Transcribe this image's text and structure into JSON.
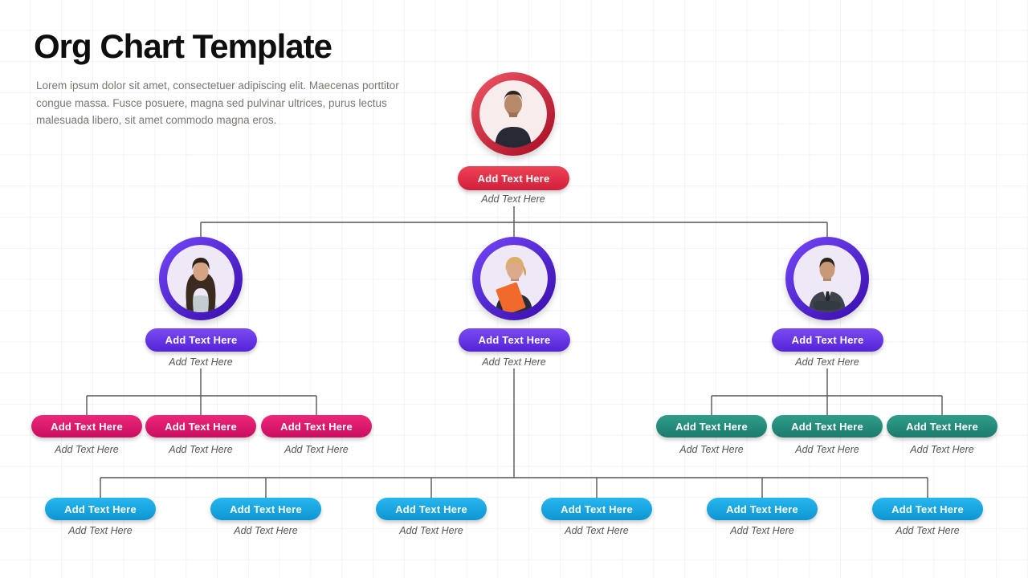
{
  "page": {
    "title": "Org Chart Template",
    "description": "Lorem ipsum dolor sit amet, consectetuer adipiscing elit. Maecenas porttitor congue massa. Fusce posuere, magna sed pulvinar ultrices, purus lectus malesuada libero, sit amet commodo magna eros."
  },
  "colors": {
    "root_accent": "#d01f3c",
    "manager_accent": "#5e2ee0",
    "team_left_accent": "#d8146a",
    "team_right_accent": "#26907d",
    "team_bottom_accent": "#18a8e4",
    "connector": "#555555",
    "caption_text": "#555555",
    "title_text": "#0e0e0e",
    "body_text": "#7b766f"
  },
  "org": {
    "root": {
      "avatar": "man-dark-shirt",
      "button": "Add Text Here",
      "label": "Add Text Here"
    },
    "managers": [
      {
        "avatar": "woman-long-hair",
        "button": "Add Text Here",
        "label": "Add Text Here"
      },
      {
        "avatar": "woman-blonde-folder",
        "button": "Add Text Here",
        "label": "Add Text Here"
      },
      {
        "avatar": "man-suit",
        "button": "Add Text Here",
        "label": "Add Text Here"
      }
    ],
    "team_left": [
      {
        "button": "Add Text Here",
        "label": "Add Text Here"
      },
      {
        "button": "Add Text Here",
        "label": "Add Text Here"
      },
      {
        "button": "Add Text Here",
        "label": "Add Text Here"
      }
    ],
    "team_right": [
      {
        "button": "Add Text Here",
        "label": "Add Text Here"
      },
      {
        "button": "Add Text Here",
        "label": "Add Text Here"
      },
      {
        "button": "Add Text Here",
        "label": "Add Text Here"
      }
    ],
    "team_bottom": [
      {
        "button": "Add Text Here",
        "label": "Add Text Here"
      },
      {
        "button": "Add Text Here",
        "label": "Add Text Here"
      },
      {
        "button": "Add Text Here",
        "label": "Add Text Here"
      },
      {
        "button": "Add Text Here",
        "label": "Add Text Here"
      },
      {
        "button": "Add Text Here",
        "label": "Add Text Here"
      },
      {
        "button": "Add Text Here",
        "label": "Add Text Here"
      }
    ]
  }
}
